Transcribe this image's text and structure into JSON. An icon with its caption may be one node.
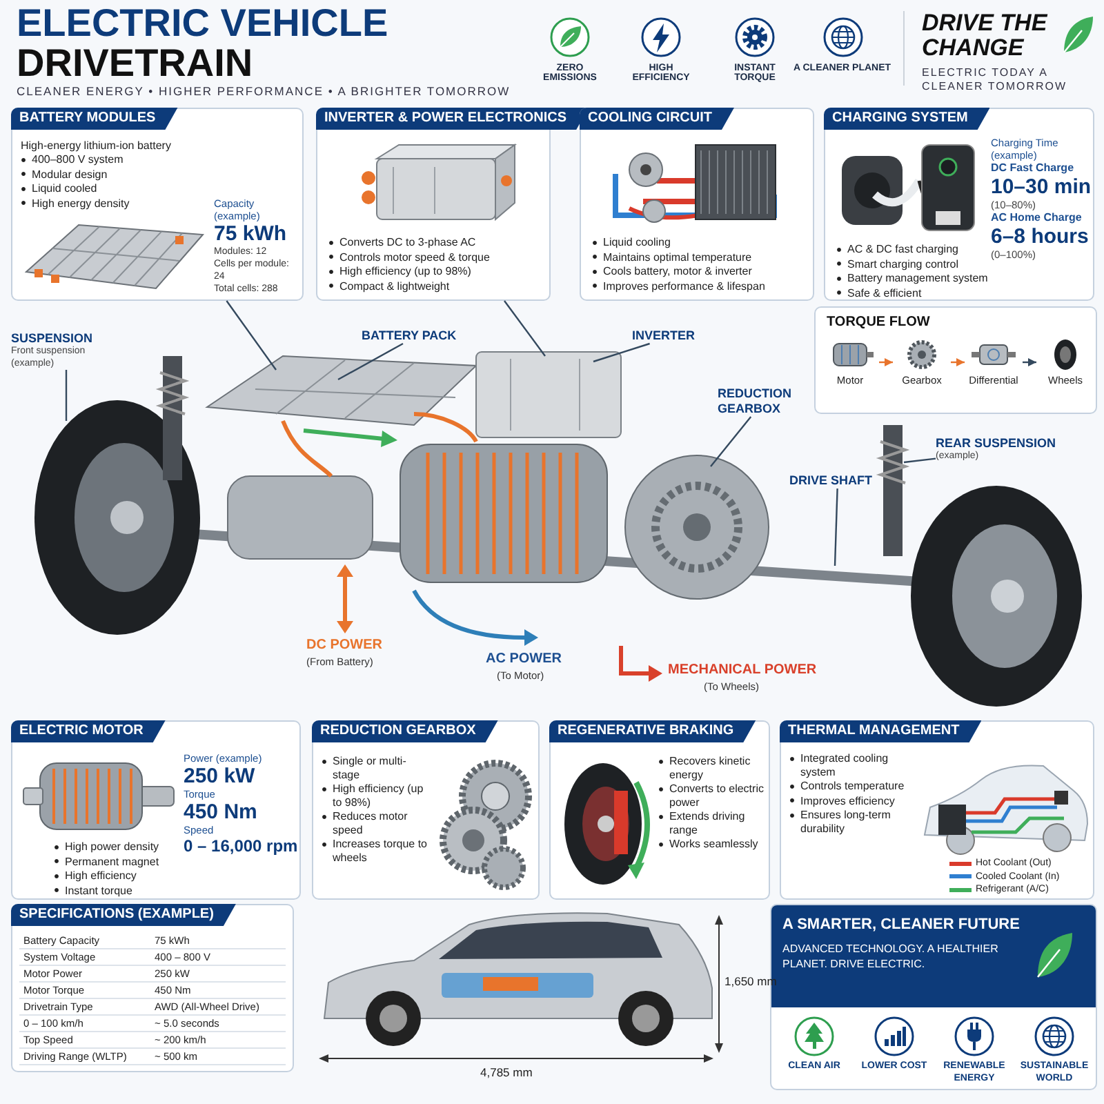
{
  "diagram": {
    "title": "ELECTRIC VEHICLE DRIVETRAIN",
    "nodes": [
      {
        "text": [
          "BATTERY MODULES",
          "High-energy lithium-ion battery",
          "400–800 V system",
          "Modular design",
          "Liquid cooled",
          "High energy density",
          "Capacity (example)",
          "75 kWh",
          "Modules: 12",
          "Cells per module: 24",
          "Total cells: 288"
        ]
      },
      {
        "text": [
          "INVERTER & POWER ELECTRONICS",
          "Converts DC to 3-phase AC",
          "Controls motor speed & torque",
          "High efficiency (up to 98%)",
          "Compact & lightweight"
        ]
      },
      {
        "text": [
          "COOLING CIRCUIT",
          "Liquid cooling",
          "Maintains optimal temperature",
          "Cools battery, motor & inverter",
          "Improves performance & lifespan"
        ]
      },
      {
        "text": [
          "CHARGING SYSTEM",
          "Charging Time (example)",
          "DC Fast Charge",
          "10–30 min",
          "(10–80%)",
          "AC Home Charge",
          "6–8 hours",
          "(0–100%)",
          "AC & DC fast charging",
          "Smart charging control",
          "Battery management system",
          "Safe & efficient"
        ]
      },
      {
        "text": [
          "TORQUE FLOW"
        ]
      },
      {
        "text": [
          "Motor"
        ],
        "in": 4
      },
      {
        "text": [
          "Gearbox"
        ],
        "in": 4
      },
      {
        "text": [
          "Differential"
        ],
        "in": 4
      },
      {
        "text": [
          "Wheels"
        ],
        "in": 4
      },
      {
        "text": [
          "SUSPENSION",
          "Front suspension (example)"
        ]
      },
      {
        "text": [
          "BATTERY PACK"
        ]
      },
      {
        "text": [
          "INVERTER"
        ]
      },
      {
        "text": [
          "REDUCTION GEARBOX"
        ]
      },
      {
        "text": [
          "DRIVE SHAFT"
        ]
      },
      {
        "text": [
          "REAR SUSPENSION",
          "(example)"
        ]
      },
      {
        "text": [
          "ELECTRIC MOTOR",
          "High power density",
          "Permanent magnet",
          "High efficiency",
          "Instant torque",
          "Power (example)",
          "250 kW",
          "Torque",
          "450 Nm",
          "Speed",
          "0 – 16,000 rpm"
        ]
      },
      {
        "text": [
          "REDUCTION GEARBOX",
          "Single or multi-stage",
          "High efficiency (up to 98%)",
          "Reduces motor speed",
          "Increases torque to wheels"
        ]
      },
      {
        "text": [
          "REGENERATIVE BRAKING",
          "Recovers kinetic energy",
          "Converts to electric power",
          "Extends driving range",
          "Works seamlessly"
        ]
      },
      {
        "text": [
          "THERMAL MANAGEMENT",
          "Integrated cooling system",
          "Controls temperature",
          "Improves efficiency",
          "Ensures long-term durability"
        ]
      },
      {
        "text": [
          "SPECIFICATIONS (EXAMPLE)",
          "Battery Capacity",
          "75 kWh",
          "System Voltage",
          "400 – 800 V",
          "Motor Power",
          "250 kW",
          "Motor Torque",
          "450 Nm",
          "Drivetrain Type",
          "AWD (All-Wheel Drive)",
          "0 – 100 km/h",
          "~ 5.0 seconds",
          "Top Speed",
          "~ 200 km/h",
          "Driving Range (WLTP)",
          "~ 500 km"
        ]
      },
      {
        "text": [
          "A SMARTER, CLEANER FUTURE",
          "ADVANCED TECHNOLOGY. A HEALTHIER PLANET. DRIVE ELECTRIC.",
          "CLEAN AIR",
          "LOWER COST",
          "RENEWABLE ENERGY",
          "SUSTAINABLE WORLD"
        ]
      }
    ],
    "edges": [
      {
        "from": 5,
        "to": 6,
        "arrow": "to",
        "color": "#e8742c"
      },
      {
        "from": 6,
        "to": 7,
        "arrow": "to",
        "color": "#e8742c"
      },
      {
        "from": 7,
        "to": 8,
        "arrow": "to"
      },
      {
        "from": 0,
        "to": null,
        "arrow": "none"
      },
      {
        "from": 1,
        "to": null,
        "arrow": "none"
      },
      {
        "from": 9,
        "to": null,
        "arrow": "none"
      },
      {
        "from": 10,
        "to": null,
        "arrow": "none"
      },
      {
        "from": 11,
        "to": null,
        "arrow": "none"
      },
      {
        "from": 12,
        "to": null,
        "arrow": "none"
      },
      {
        "from": 13,
        "to": null,
        "arrow": "none"
      },
      {
        "from": 14,
        "to": null,
        "arrow": "none"
      }
    ],
    "labels": [
      "CLEANER ENERGY • HIGHER PERFORMANCE • A BRIGHTER TOMORROW",
      "ZERO EMISSIONS",
      "HIGH EFFICIENCY",
      "INSTANT TORQUE",
      "A CLEANER PLANET",
      "DRIVE THE CHANGE",
      "ELECTRIC TODAY A CLEANER TOMORROW",
      "DC POWER",
      "(From Battery)",
      "AC POWER",
      "(To Motor)",
      "MECHANICAL POWER",
      "(To Wheels)",
      "1,650 mm",
      "4,785 mm"
    ],
    "legend": [
      {
        "text": "Hot Coolant (Out)"
      },
      {
        "text": "Cooled Coolant (In)"
      },
      {
        "text": "Refrigerant (A/C)"
      }
    ]
  }
}
